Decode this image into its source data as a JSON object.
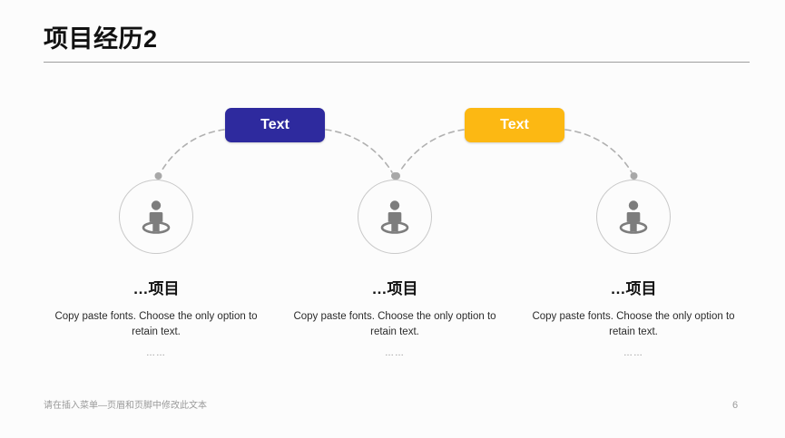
{
  "slide": {
    "title": "项目经历2",
    "background_color": "#fcfcfc",
    "rule_color": "#9e9e9e"
  },
  "labels": [
    {
      "text": "Text",
      "color": "#2e2a9e",
      "name": "label-box-blue"
    },
    {
      "text": "Text",
      "color": "#fcb813",
      "name": "label-box-yellow"
    }
  ],
  "columns": [
    {
      "icon": "person-in-circle-icon",
      "heading": "…项目",
      "body": "Copy paste fonts. Choose the only option to retain text.",
      "dots": "……"
    },
    {
      "icon": "person-in-circle-icon",
      "heading": "…项目",
      "body": "Copy paste fonts. Choose the only option to retain text.",
      "dots": "……"
    },
    {
      "icon": "person-in-circle-icon",
      "heading": "…项目",
      "body": "Copy paste fonts. Choose the only option to retain text.",
      "dots": "……"
    }
  ],
  "footer": {
    "text": "请在插入菜单—页眉和页脚中修改此文本",
    "page_number": "6"
  },
  "connectors": {
    "stroke_color": "#b0b0b0",
    "style": "dashed",
    "count": 4
  }
}
